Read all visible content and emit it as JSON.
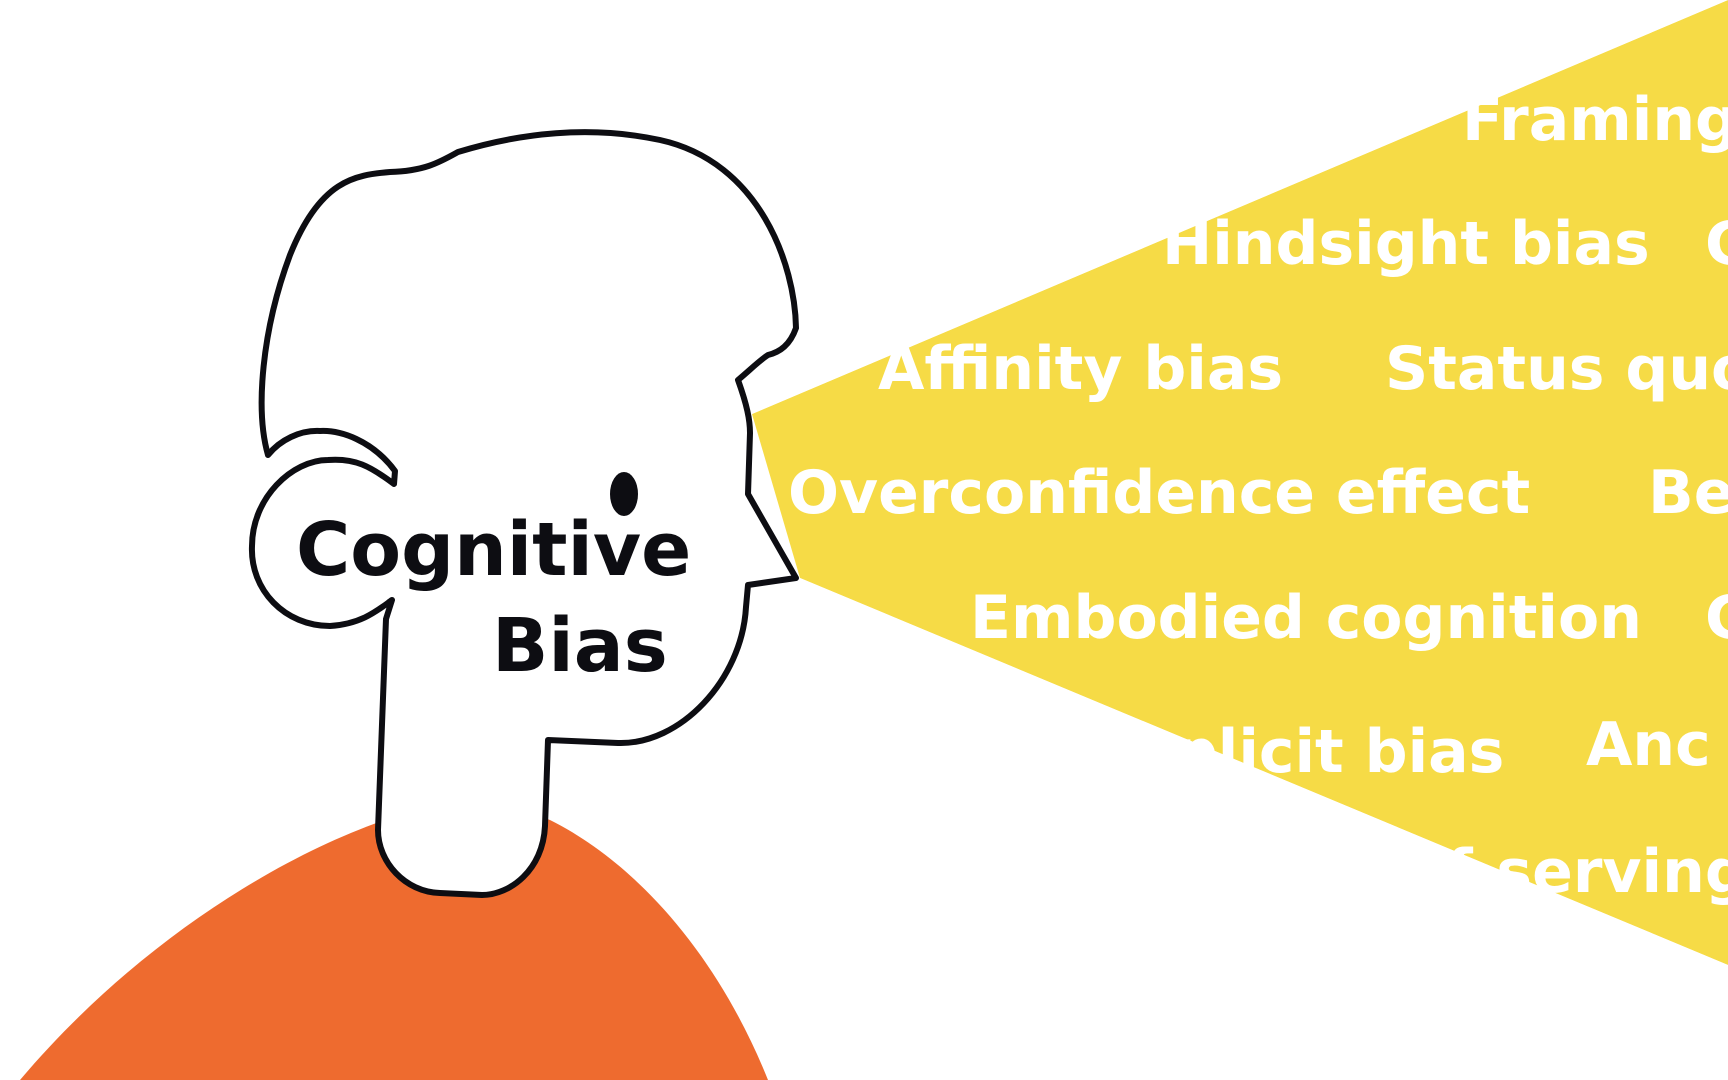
{
  "colors": {
    "background": "#ffffff",
    "beam": "#f6db46",
    "shirt": "#ee6b2f",
    "outline": "#0d0d12",
    "bias_text": "#ffffff",
    "title_text": "#0d0d12"
  },
  "title": {
    "line1": "Cognitive",
    "line2": "Bias"
  },
  "biases": {
    "row1": [
      "Framing"
    ],
    "row2": [
      "Hindsight bias",
      "C"
    ],
    "row3": [
      "Affinity bias",
      "Status quo"
    ],
    "row4": [
      "Overconfidence effect",
      "Be"
    ],
    "row5": [
      "Embodied cognition",
      "C"
    ],
    "row6": [
      "Implicit bias",
      "Anc"
    ],
    "row7": [
      "Self-serving"
    ]
  }
}
